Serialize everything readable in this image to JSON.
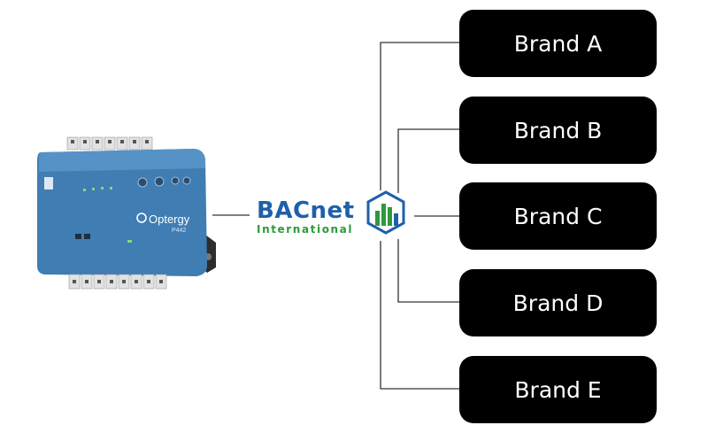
{
  "device": {
    "logo_text": "Optergy",
    "model": "P442"
  },
  "bacnet": {
    "main": "BACnet",
    "sub": "International"
  },
  "brands": [
    "Brand A",
    "Brand B",
    "Brand C",
    "Brand D",
    "Brand E"
  ],
  "colors": {
    "brand_box": "#000000",
    "brand_text": "#ffffff",
    "device_body": "#3f7db3",
    "bacnet_blue": "#1f5faa",
    "bacnet_green": "#2e9a3c",
    "line": "#333333"
  }
}
